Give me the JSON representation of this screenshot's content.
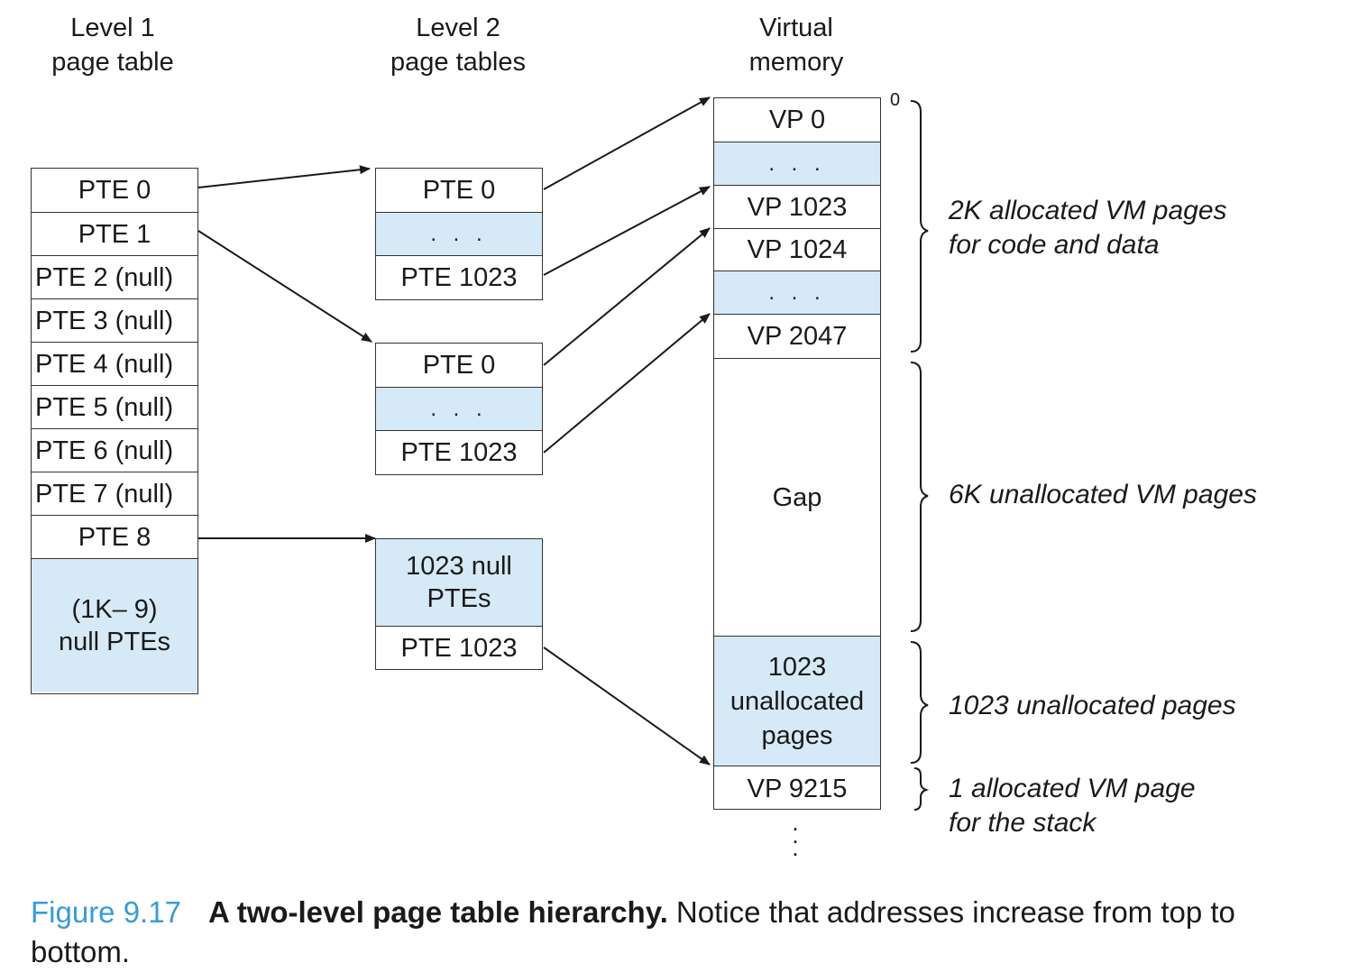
{
  "headers": {
    "level1": "Level 1\npage table",
    "level2": "Level 2\npage tables",
    "virtual": "Virtual\nmemory"
  },
  "level1_table": [
    {
      "label": "PTE 0",
      "shade": false
    },
    {
      "label": "PTE 1",
      "shade": false
    },
    {
      "label": "PTE 2 (null)",
      "shade": false
    },
    {
      "label": "PTE 3 (null)",
      "shade": false
    },
    {
      "label": "PTE 4 (null)",
      "shade": false
    },
    {
      "label": "PTE 5 (null)",
      "shade": false
    },
    {
      "label": "PTE 6 (null)",
      "shade": false
    },
    {
      "label": "PTE 7 (null)",
      "shade": false
    },
    {
      "label": "PTE 8",
      "shade": false
    },
    {
      "label": "(1K– 9)\nnull PTEs",
      "shade": true
    }
  ],
  "level2_tables": [
    [
      {
        "label": "PTE 0",
        "shade": false
      },
      {
        "label": ". . .",
        "shade": true
      },
      {
        "label": "PTE 1023",
        "shade": false
      }
    ],
    [
      {
        "label": "PTE 0",
        "shade": false
      },
      {
        "label": ". . .",
        "shade": true
      },
      {
        "label": "PTE 1023",
        "shade": false
      }
    ],
    [
      {
        "label": "1023 null\nPTEs",
        "shade": true
      },
      {
        "label": "PTE 1023",
        "shade": false
      }
    ]
  ],
  "virtual_memory": [
    {
      "label": "VP 0",
      "shade": false
    },
    {
      "label": ". . .",
      "shade": true
    },
    {
      "label": "VP 1023",
      "shade": false
    },
    {
      "label": "VP 1024",
      "shade": false
    },
    {
      "label": ". . .",
      "shade": true
    },
    {
      "label": "VP 2047",
      "shade": false
    },
    {
      "label": "Gap",
      "shade": false
    },
    {
      "label": "1023\nunallocated\npages",
      "shade": true
    },
    {
      "label": "VP 9215",
      "shade": false
    }
  ],
  "vm_start_address": "0",
  "vm_continuation": ".\n.\n.",
  "annotations": [
    "2K allocated VM pages\nfor code and data",
    "6K unallocated VM pages",
    "1023 unallocated pages",
    "1 allocated VM page\nfor the stack"
  ],
  "caption": {
    "number": "Figure 9.17",
    "title": "A two-level page table hierarchy.",
    "text": " Notice that addresses increase from top to bottom."
  },
  "colors": {
    "shade": "#d6e9f6",
    "caption_number": "#3a9ad9"
  }
}
